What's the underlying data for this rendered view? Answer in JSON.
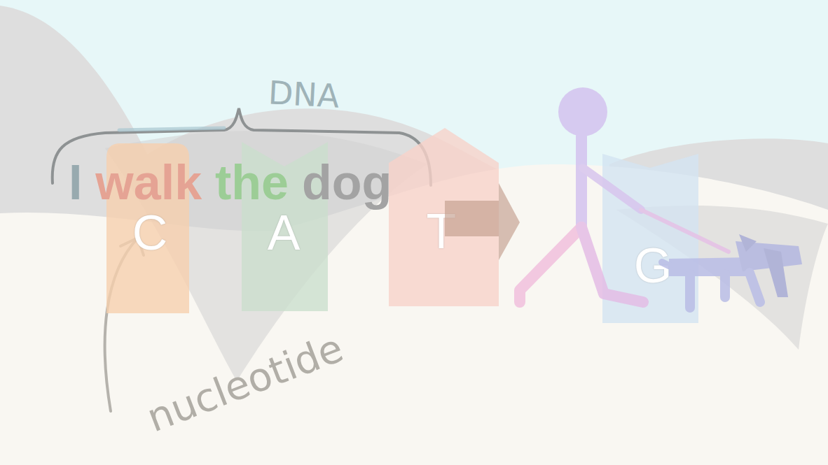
{
  "diagram": {
    "nodes": [
      {
        "text": [
          "C"
        ]
      },
      {
        "text": [
          "A"
        ]
      },
      {
        "text": [
          "T"
        ]
      },
      {
        "text": [
          "G"
        ]
      }
    ],
    "labels": [
      "DNA",
      "I",
      "walk",
      "the",
      "dog",
      "nucleotide"
    ]
  }
}
